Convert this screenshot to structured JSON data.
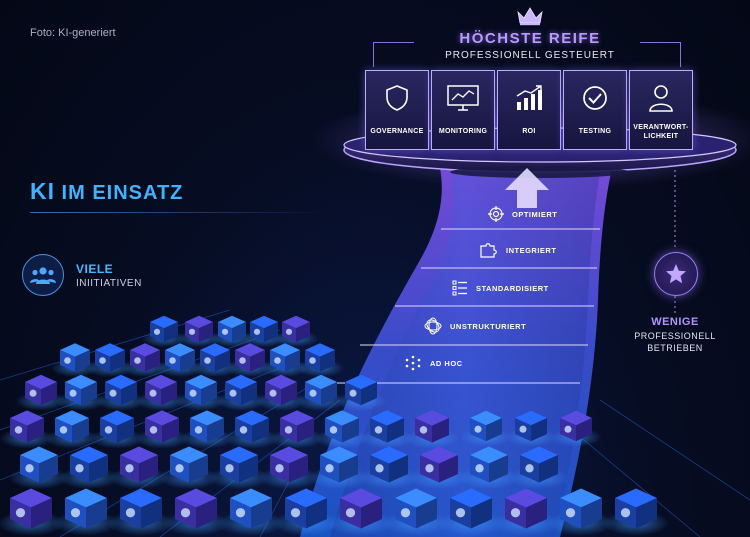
{
  "photo_credit": "Foto: KI-generiert",
  "title": {
    "ki": "KI",
    "rest": " IM EINSATZ"
  },
  "viele": {
    "title": "VIELE",
    "subtitle": "INIITIATIVEN",
    "icon": "people-group-icon"
  },
  "top": {
    "title": "HÖCHSTE REIFE",
    "subtitle": "PROFESSIONELL GESTEUERT",
    "crown_icon": "crown-icon",
    "cards": [
      {
        "label": "GOVERNANCE",
        "icon": "shield-icon"
      },
      {
        "label": "MONITORING",
        "icon": "monitor-chart-icon"
      },
      {
        "label": "ROI",
        "icon": "bar-chart-icon"
      },
      {
        "label": "TESTING",
        "icon": "check-circle-icon"
      },
      {
        "label": "VERANTWORT-LICHKEIT",
        "label_line1": "VERANTWORT-",
        "label_line2": "LICHKEIT",
        "icon": "person-icon"
      }
    ]
  },
  "stages": [
    {
      "label": "OPTIMIERT",
      "icon": "target-icon"
    },
    {
      "label": "INTEGRIERT",
      "icon": "puzzle-icon"
    },
    {
      "label": "STANDARDISIERT",
      "icon": "checklist-icon"
    },
    {
      "label": "UNSTRUKTURIERT",
      "icon": "tangle-icon"
    },
    {
      "label": "AD HOC",
      "icon": "scatter-dots-icon"
    }
  ],
  "wenige": {
    "title": "WENIGE",
    "line1": "PROFESSIONELL",
    "line2": "BETRIEBEN",
    "icon": "star-icon"
  },
  "colors": {
    "accent_blue": "#3fb3ff",
    "accent_purple": "#b99bff",
    "background": "#050a1c"
  }
}
